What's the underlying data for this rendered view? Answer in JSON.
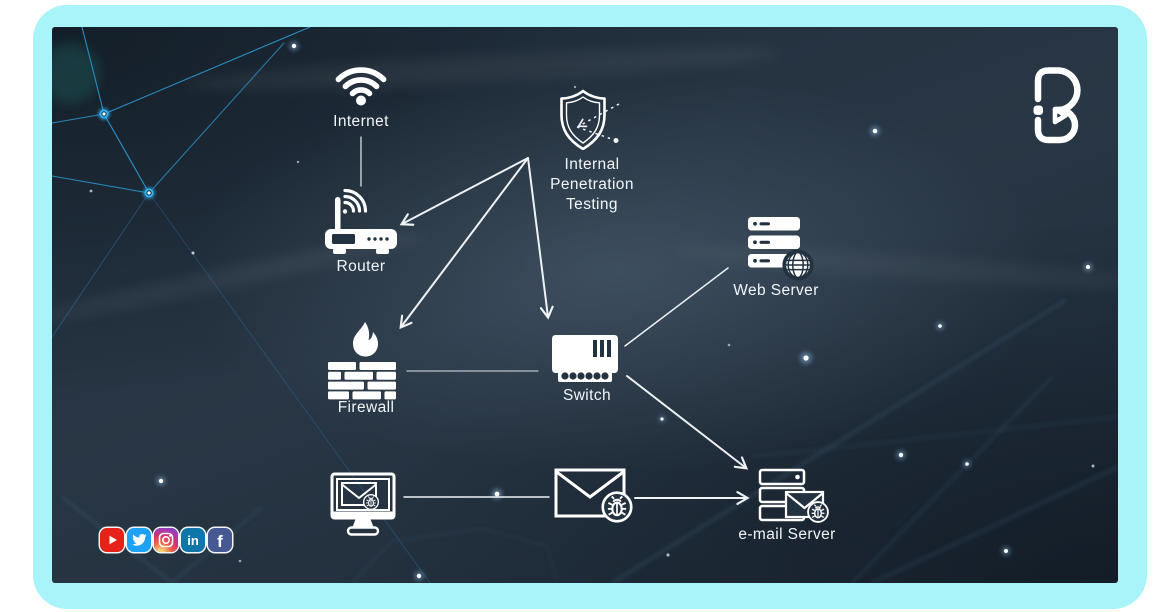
{
  "frame": {
    "border_color": "#a8f4f9",
    "panel_color": "#233240",
    "accent_line_color": "#2d9fdb",
    "icon_color": "#ffffff"
  },
  "brand": {
    "logo": "ib-monogram"
  },
  "diagram": {
    "title": "Internal Penetration Testing",
    "nodes": {
      "internet": {
        "label": "Internet",
        "icon": "wifi-icon"
      },
      "router": {
        "label": "Router",
        "icon": "router-icon"
      },
      "pentest": {
        "label": "Internal\nPenetration\nTesting",
        "icon": "shield-breach-icon"
      },
      "web_server": {
        "label": "Web Server",
        "icon": "server-globe-icon"
      },
      "firewall": {
        "label": "Firewall",
        "icon": "brick-flame-icon"
      },
      "switch": {
        "label": "Switch",
        "icon": "switch-icon"
      },
      "workstation": {
        "icon": "monitor-infected-mail-icon"
      },
      "malicious_email": {
        "icon": "envelope-bug-icon"
      },
      "email_server": {
        "label": "e-mail Server",
        "icon": "server-mail-bug-icon"
      }
    },
    "connections": [
      {
        "from": "internet",
        "to": "router",
        "style": "line"
      },
      {
        "from": "pentest",
        "to": "router",
        "style": "arrow"
      },
      {
        "from": "pentest",
        "to": "firewall",
        "style": "arrow"
      },
      {
        "from": "pentest",
        "to": "switch",
        "style": "arrow"
      },
      {
        "from": "firewall",
        "to": "switch",
        "style": "line"
      },
      {
        "from": "switch",
        "to": "web_server",
        "style": "line"
      },
      {
        "from": "switch",
        "to": "email_server",
        "style": "arrow"
      },
      {
        "from": "workstation",
        "to": "malicious_email",
        "style": "line"
      },
      {
        "from": "malicious_email",
        "to": "email_server",
        "style": "arrow"
      },
      {
        "from": "probe",
        "to": "pentest",
        "style": "dashed-arrow"
      }
    ]
  },
  "social_bar": {
    "icons": [
      {
        "name": "youtube",
        "color": "#e62117"
      },
      {
        "name": "twitter",
        "color": "#1da1f2"
      },
      {
        "name": "instagram",
        "color": "#d6326e"
      },
      {
        "name": "linkedin",
        "color": "#0e76a8",
        "label": "in"
      },
      {
        "name": "facebook",
        "color": "#475993",
        "label": "f"
      }
    ]
  }
}
